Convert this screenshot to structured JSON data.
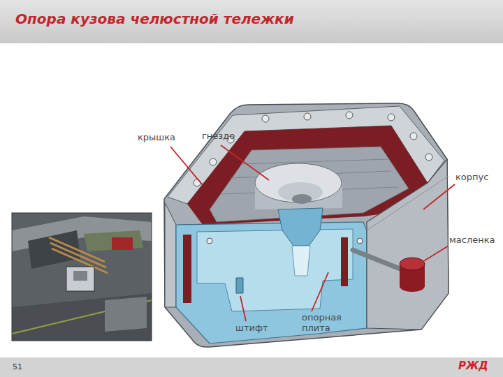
{
  "diagram": {
    "title": "Опора кузова челюстной тележки",
    "labels": [
      "крышка",
      "гнездо",
      "корпус",
      "масленка",
      "штифт",
      "опорная плита",
      "51",
      "РЖД"
    ]
  }
}
